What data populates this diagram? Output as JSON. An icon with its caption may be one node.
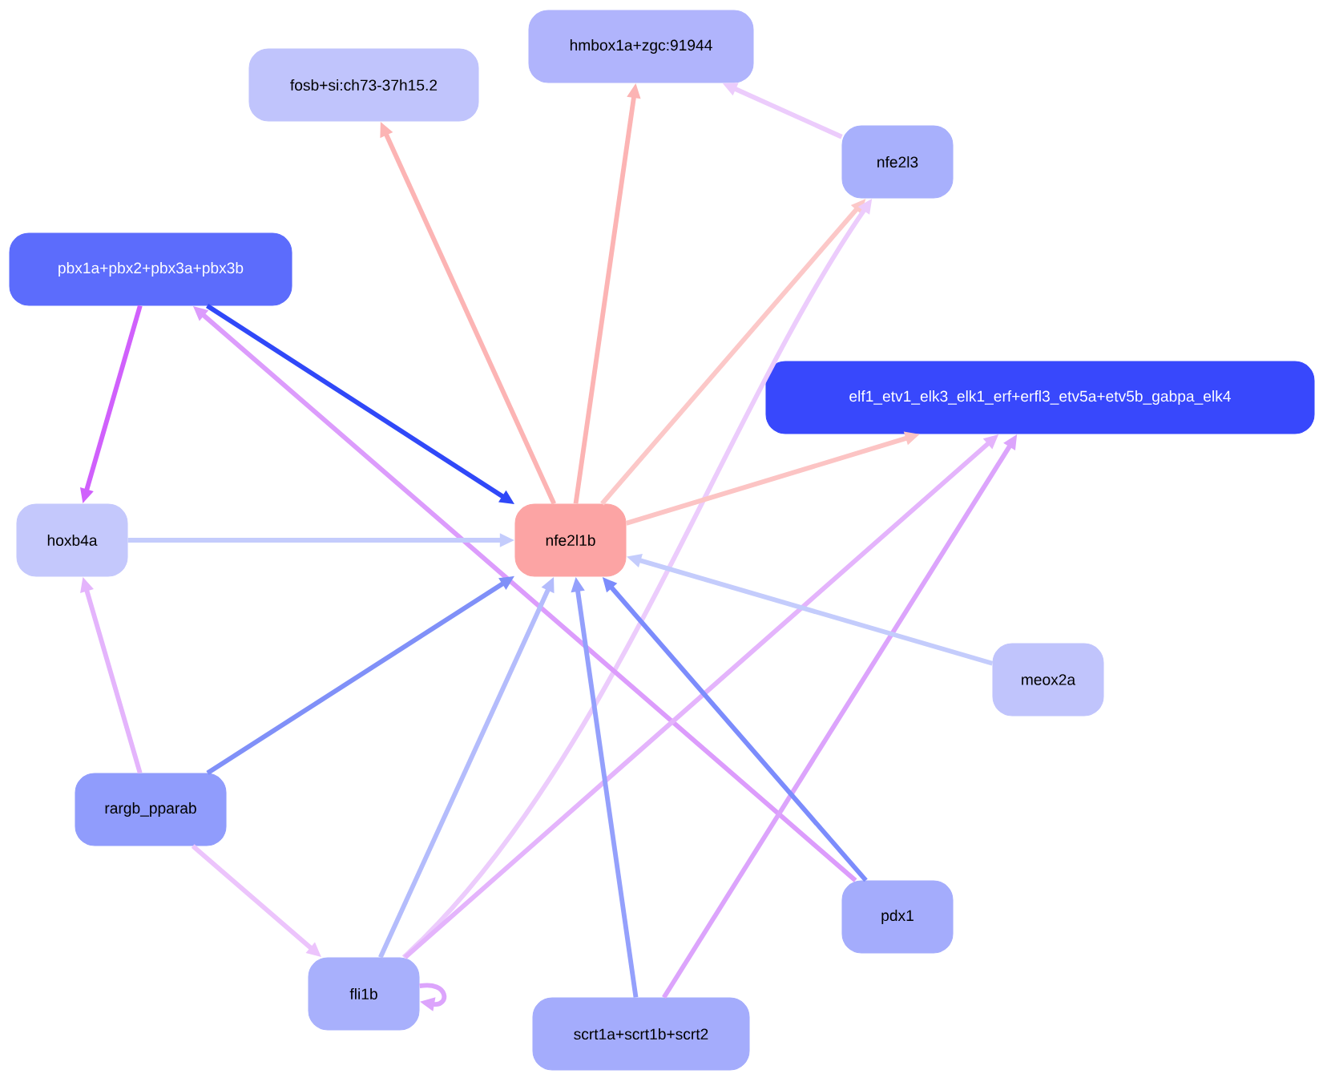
{
  "diagram": {
    "nodes": [
      {
        "text": [
          "fosb+si:ch73-37h15.2"
        ]
      },
      {
        "text": [
          "hmbox1a+zgc:91944"
        ]
      },
      {
        "text": [
          "nfe2l3"
        ]
      },
      {
        "text": [
          "pbx1a+pbx2+pbx3a+pbx3b"
        ]
      },
      {
        "text": [
          "elf1_etv1_elk3_elk1_erf+erfl3_etv5a+etv5b_gabpa_elk4"
        ]
      },
      {
        "text": [
          "hoxb4a"
        ]
      },
      {
        "text": [
          "nfe2l1b"
        ]
      },
      {
        "text": [
          "meox2a"
        ]
      },
      {
        "text": [
          "rargb_pparab"
        ]
      },
      {
        "text": [
          "pdx1"
        ]
      },
      {
        "text": [
          "fli1b"
        ]
      },
      {
        "text": [
          "scrt1a+scrt1b+scrt2"
        ]
      }
    ],
    "edges": [
      {
        "from": 6,
        "to": 0,
        "arrow": "to",
        "color": "#fcb4b4"
      },
      {
        "from": 6,
        "to": 1,
        "arrow": "to",
        "color": "#fcb4b4"
      },
      {
        "from": 2,
        "to": 1,
        "arrow": "to",
        "color": "#ecccfc"
      },
      {
        "from": 6,
        "to": 2,
        "arrow": "to",
        "color": "#fcc8c8"
      },
      {
        "from": 10,
        "to": 2,
        "arrow": "to",
        "color": "#ecccfc"
      },
      {
        "from": 3,
        "to": 6,
        "arrow": "to",
        "color": "#3048f8"
      },
      {
        "from": 9,
        "to": 3,
        "arrow": "to",
        "color": "#dc9cfc"
      },
      {
        "from": 3,
        "to": 5,
        "arrow": "to",
        "color": "#d060fc"
      },
      {
        "from": 6,
        "to": 4,
        "arrow": "to",
        "color": "#fcc4c4"
      },
      {
        "from": 10,
        "to": 4,
        "arrow": "to",
        "color": "#e4b4fc"
      },
      {
        "from": 11,
        "to": 4,
        "arrow": "to",
        "color": "#dca4fc"
      },
      {
        "from": 5,
        "to": 6,
        "arrow": "to",
        "color": "#c4ccfc"
      },
      {
        "from": 7,
        "to": 6,
        "arrow": "to",
        "color": "#c4ccfc"
      },
      {
        "from": 8,
        "to": 5,
        "arrow": "to",
        "color": "#e4b4fc"
      },
      {
        "from": 8,
        "to": 6,
        "arrow": "to",
        "color": "#8090f8"
      },
      {
        "from": 10,
        "to": 6,
        "arrow": "to",
        "color": "#b4bcfc"
      },
      {
        "from": 11,
        "to": 6,
        "arrow": "to",
        "color": "#94a0fc"
      },
      {
        "from": 9,
        "to": 6,
        "arrow": "to",
        "color": "#7c8cfc"
      },
      {
        "from": 8,
        "to": 10,
        "arrow": "to",
        "color": "#ecc4fc"
      },
      {
        "from": 10,
        "to": 10,
        "arrow": "to",
        "color": "#dca4fc"
      }
    ]
  }
}
